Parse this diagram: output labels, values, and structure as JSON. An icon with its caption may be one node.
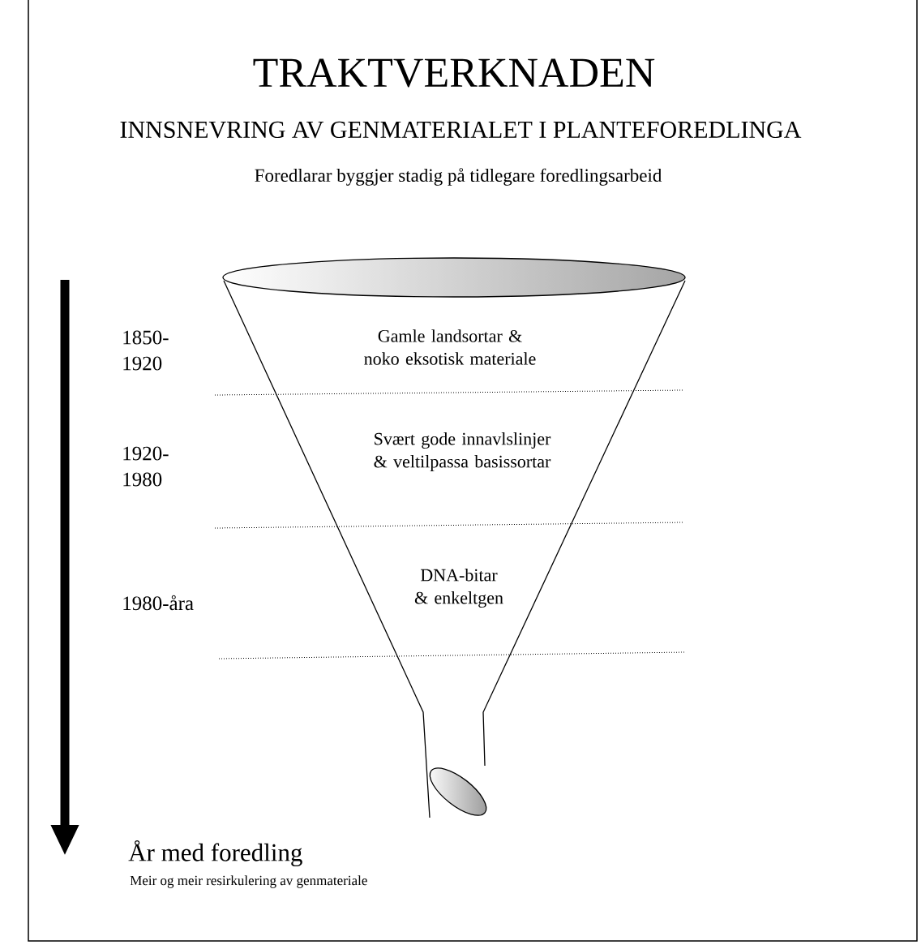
{
  "diagram": {
    "title": "TRAKTVERKNADEN",
    "labels": [
      "INNSNEVRING AV GENMATERIALET I PLANTEFOREDLINGA",
      "Foredlarar byggjer stadig på tidlegare foredlingsarbeid",
      "1850- 1920",
      "Gamle landsortar & noko eksotisk materiale",
      "1920- 1980",
      "Svært gode innavlslinjer & veltilpassa basissortar",
      "1980-åra",
      "DNA-bitar & enkeltgen",
      "År med foredling",
      "Meir og meir resirkulering av genmateriale"
    ]
  }
}
